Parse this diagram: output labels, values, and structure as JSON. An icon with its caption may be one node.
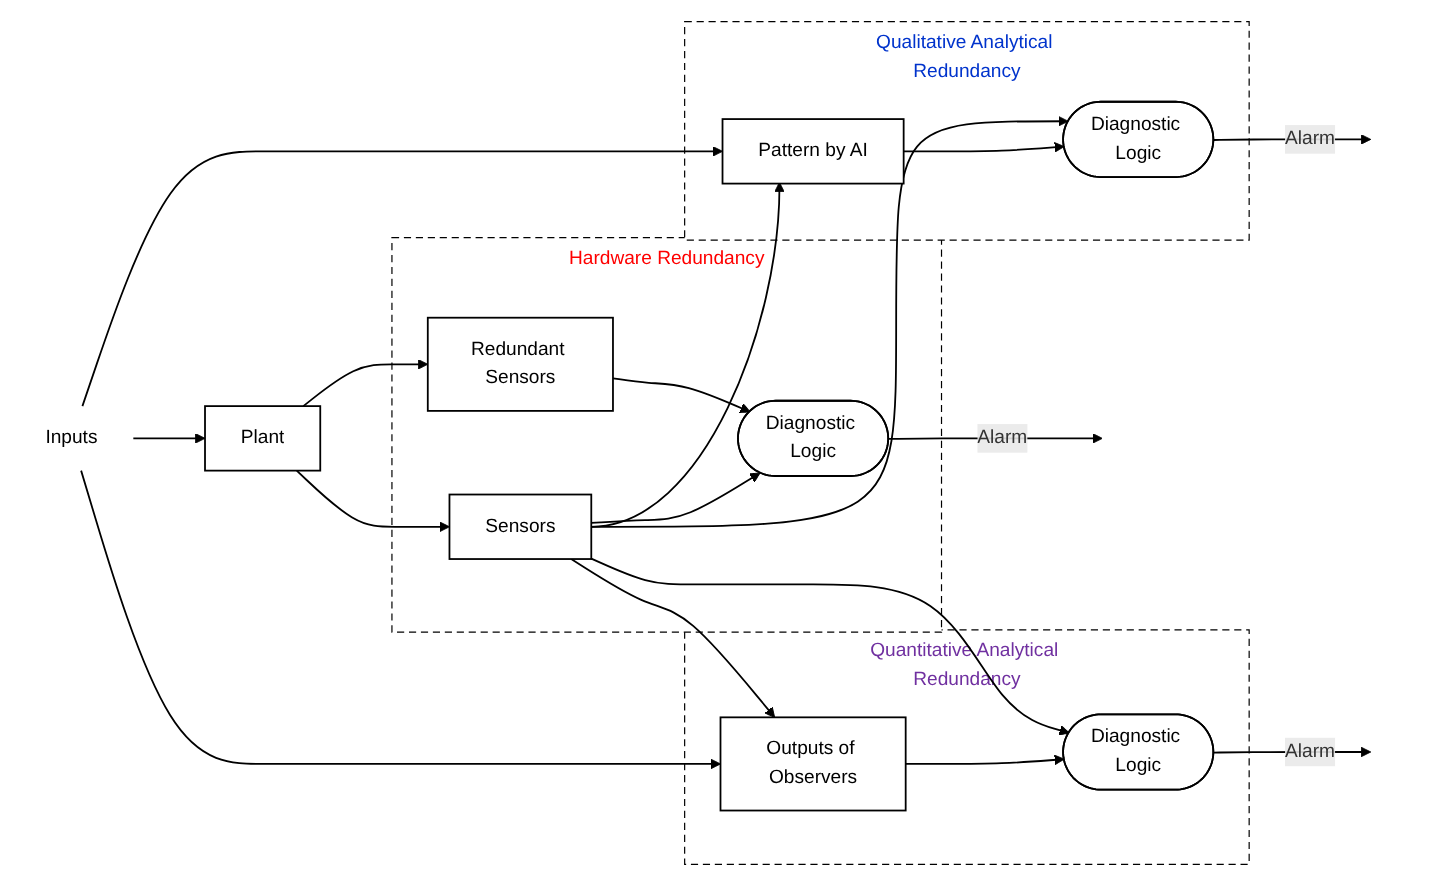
{
  "diagram": {
    "nodes": [
      {
        "text": [
          "Inputs"
        ]
      },
      {
        "text": [
          "Plant"
        ]
      },
      {
        "text": [
          "Hardware Redundancy"
        ]
      },
      {
        "text": [
          "Redundant Sensors"
        ],
        "in": 2
      },
      {
        "text": [
          "Sensors"
        ],
        "in": 2
      },
      {
        "text": [
          "Diagnostic Logic"
        ],
        "in": 2
      },
      {
        "text": [
          "Qualitative Analytical Redundancy"
        ]
      },
      {
        "text": [
          "Pattern by AI"
        ],
        "in": 6
      },
      {
        "text": [
          "Diagnostic Logic"
        ],
        "in": 6
      },
      {
        "text": [
          "Quantitative Analytical Redundancy"
        ]
      },
      {
        "text": [
          "Outputs of Observers"
        ],
        "in": 9
      },
      {
        "text": [
          "Diagnostic Logic"
        ],
        "in": 9
      }
    ],
    "edges": [
      {
        "from": 0,
        "to": 1,
        "arrow": "to"
      },
      {
        "from": 1,
        "to": 3,
        "arrow": "to"
      },
      {
        "from": 1,
        "to": 4,
        "arrow": "to"
      },
      {
        "from": 3,
        "to": 5,
        "arrow": "to"
      },
      {
        "from": 4,
        "to": 5,
        "arrow": "to"
      },
      {
        "from": 5,
        "to": null,
        "arrow": "to",
        "label": "Alarm"
      },
      {
        "from": 0,
        "to": 7,
        "arrow": "to"
      },
      {
        "from": 4,
        "to": 7,
        "arrow": "to"
      },
      {
        "from": 4,
        "to": 8,
        "arrow": "to"
      },
      {
        "from": 7,
        "to": 8,
        "arrow": "to"
      },
      {
        "from": 8,
        "to": null,
        "arrow": "to",
        "label": "Alarm"
      },
      {
        "from": 0,
        "to": 10,
        "arrow": "to"
      },
      {
        "from": 4,
        "to": 10,
        "arrow": "to"
      },
      {
        "from": 4,
        "to": 11,
        "arrow": "to"
      },
      {
        "from": 10,
        "to": 11,
        "arrow": "to"
      },
      {
        "from": 11,
        "to": null,
        "arrow": "to",
        "label": "Alarm"
      }
    ]
  }
}
